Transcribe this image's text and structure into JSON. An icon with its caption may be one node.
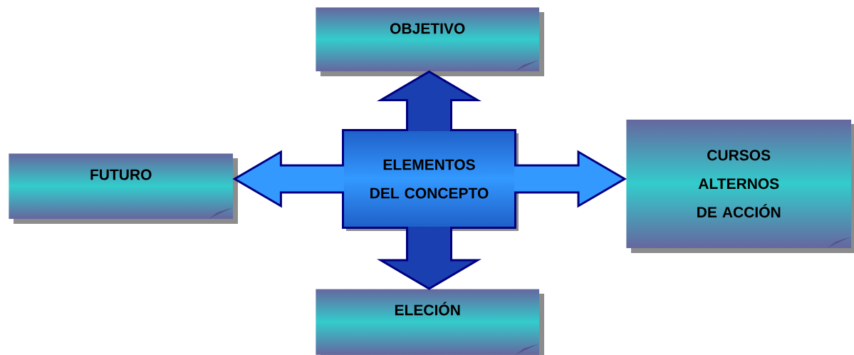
{
  "diagram": {
    "nodes": [
      {
        "text": [
          "OBJETIVO"
        ]
      },
      {
        "text": [
          "FUTURO"
        ]
      },
      {
        "text": [
          "ELEMENTOS DEL CONCEPTO"
        ]
      },
      {
        "text": [
          "CURSOS ALTERNOS DE ACCIÓN"
        ]
      },
      {
        "text": [
          "ELECIÓN"
        ]
      }
    ],
    "edges": [
      {
        "from": 2,
        "to": 0,
        "arrow": "to"
      },
      {
        "from": 2,
        "to": 1,
        "arrow": "to"
      },
      {
        "from": 2,
        "to": 3,
        "arrow": "to"
      },
      {
        "from": 2,
        "to": 4,
        "arrow": "to"
      }
    ]
  }
}
